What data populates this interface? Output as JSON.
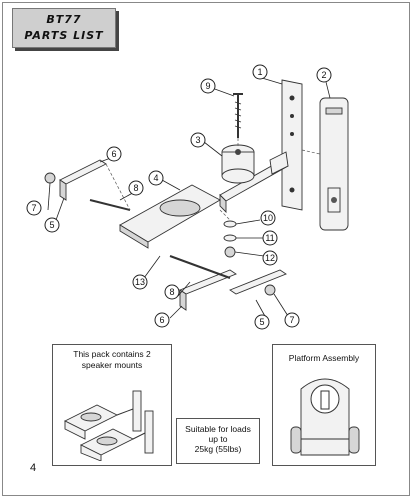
{
  "header": {
    "model": "BT77",
    "title": "PARTS LIST"
  },
  "callouts": [
    "1",
    "2",
    "3",
    "4",
    "5",
    "6",
    "7",
    "8",
    "9",
    "10",
    "11",
    "12",
    "13"
  ],
  "pack_note": {
    "line1": "This pack contains 2",
    "line2": "speaker mounts"
  },
  "load_note": {
    "line1": "Suitable for loads",
    "line2": "up to",
    "line3": "25kg (55lbs)"
  },
  "platform_note": {
    "label": "Platform Assembly"
  },
  "page_number": "4"
}
